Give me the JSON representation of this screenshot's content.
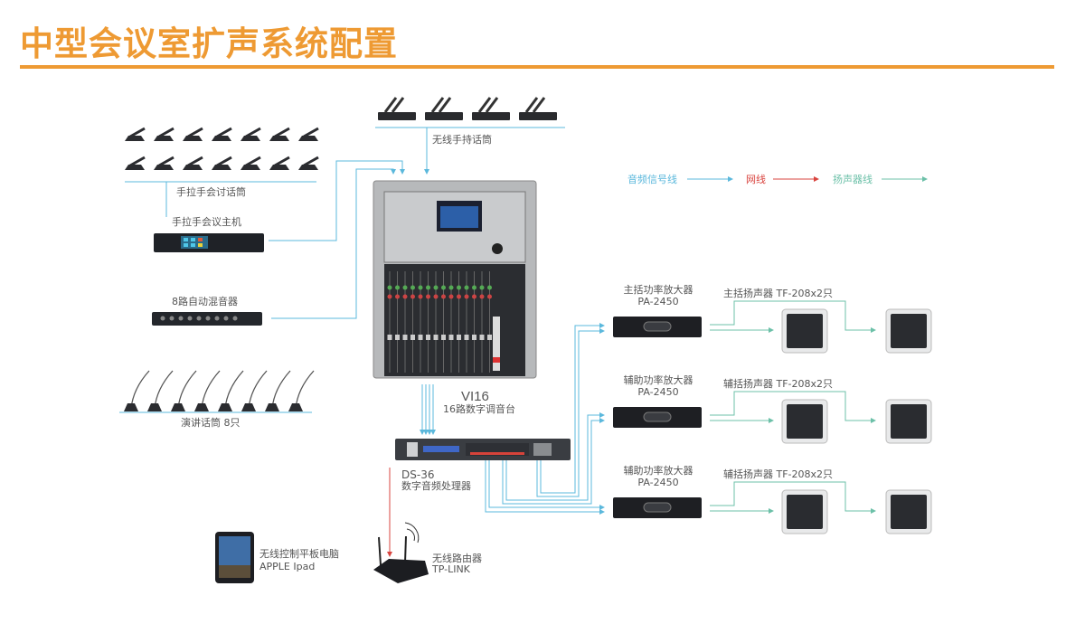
{
  "title": "中型会议室扩声系统配置",
  "colors": {
    "accent": "#ee9a33",
    "audio_line": "#5bb8dc",
    "network_line": "#d9443f",
    "speaker_line": "#6cc0a8",
    "text": "#555555"
  },
  "legend": {
    "audio": "音频信号线",
    "network": "网线",
    "speaker": "扬声器线"
  },
  "devices": {
    "wireless_mic": {
      "label": "无线手持话筒"
    },
    "conference_mic": {
      "label": "手拉手会讨话筒"
    },
    "conference_host": {
      "label": "手拉手会议主机"
    },
    "auto_mixer": {
      "label": "8路自动混音器"
    },
    "lectern_mic": {
      "label": "演讲话筒 8只"
    },
    "mixer": {
      "model": "VI16",
      "label": "16路数字调音台"
    },
    "processor": {
      "model": "DS-36",
      "label": "数字音频处理器"
    },
    "router": {
      "label": "无线路由器",
      "model": "TP-LINK"
    },
    "tablet": {
      "label": "无线控制平板电脑",
      "model": "APPLE Ipad"
    }
  },
  "amplifiers": [
    {
      "label": "主括功率放大器",
      "model": "PA-2450",
      "speakers": "主括扬声器  TF-208x2只"
    },
    {
      "label": "辅助功率放大器",
      "model": "PA-2450",
      "speakers": "辅括扬声器 TF-208x2只"
    },
    {
      "label": "辅助功率放大器",
      "model": "PA-2450",
      "speakers": "辅括扬声器 TF-208x2只"
    }
  ]
}
